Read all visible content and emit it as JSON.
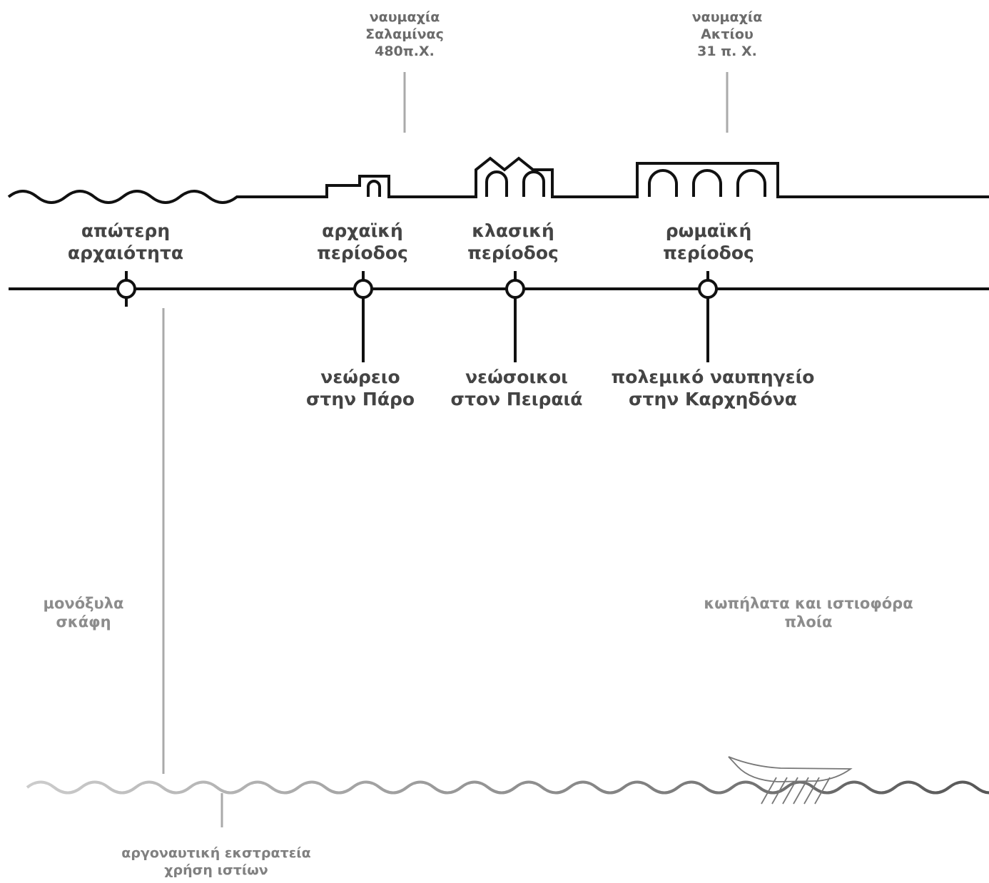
{
  "battles": [
    {
      "line1": "ναυμαχία",
      "line2": "Σαλαμίνας",
      "line3": "480π.Χ."
    },
    {
      "line1": "ναυμαχία",
      "line2": "Ακτίου",
      "line3": "31 π. Χ."
    }
  ],
  "periods": [
    {
      "line1": "απώτερη",
      "line2": "αρχαιότητα"
    },
    {
      "line1": "αρχαϊκή",
      "line2": "περίοδος"
    },
    {
      "line1": "κλασική",
      "line2": "περίοδος"
    },
    {
      "line1": "ρωμαϊκή",
      "line2": "περίοδος"
    }
  ],
  "shipyards": [
    {
      "line1": "νεώρειο",
      "line2": "στην Πάρο"
    },
    {
      "line1": "νεώσοικοι",
      "line2": "στον Πειραιά"
    },
    {
      "line1": "πολεμικό ναυπηγείο",
      "line2": "στην Καρχηδόνα"
    }
  ],
  "vessels": {
    "dugout": {
      "line1": "μονόξυλα",
      "line2": "σκάφη"
    },
    "oared_sailing": {
      "line1": "κωπήλατα και ιστιοφόρα",
      "line2": "πλοία"
    }
  },
  "argonauts": {
    "line1": "αργοναυτική εκστρατεία",
    "line2": "χρήση ιστίων"
  },
  "colors": {
    "structure": "#111111",
    "label_dark": "#444444",
    "label_mid": "#6b6b6b",
    "label_light": "#8c8c8c",
    "guide_line": "#aaaaaa",
    "sea_start": "#cccccc",
    "sea_end": "#555555"
  }
}
